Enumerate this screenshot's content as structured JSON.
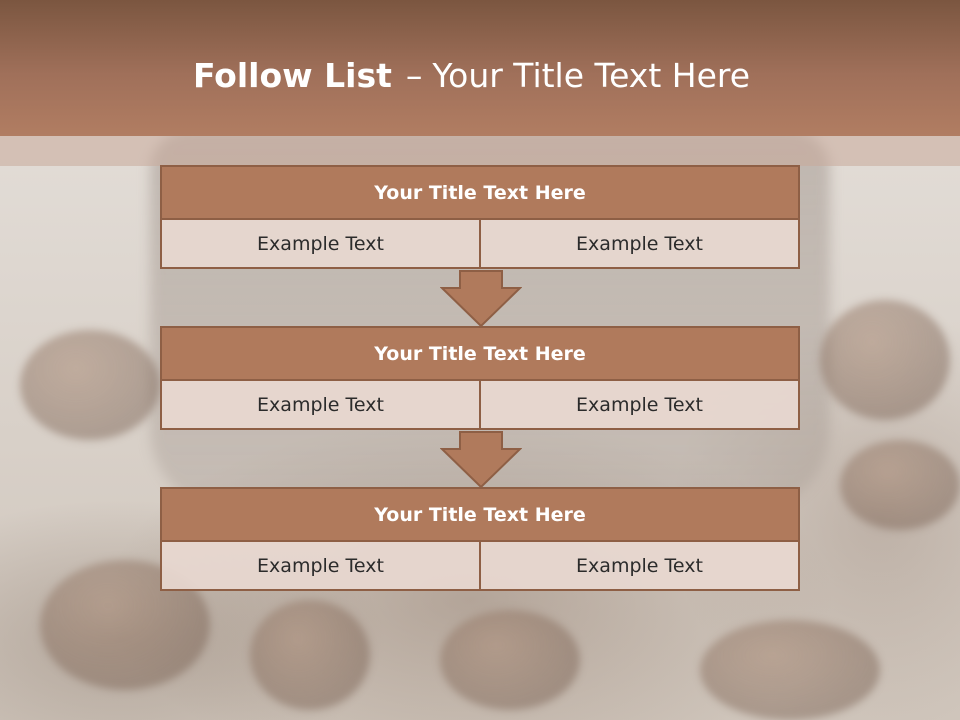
{
  "slide": {
    "title_bold": "Follow List",
    "title_dash": "–",
    "title_rest": "Your Title Text Here"
  },
  "flow": [
    {
      "title": "Your Title Text Here",
      "left": "Example Text",
      "right": "Example Text"
    },
    {
      "title": "Your Title Text Here",
      "left": "Example Text",
      "right": "Example Text"
    },
    {
      "title": "Your Title Text Here",
      "left": "Example Text",
      "right": "Example Text"
    }
  ],
  "colors": {
    "header": "#a0705a",
    "box_title": "#b07a5c",
    "box_border": "#8e5f45",
    "box_cell": "#e8d8d0",
    "arrow": "#b07a5c"
  },
  "icons": [
    "down-arrow-icon",
    "down-arrow-icon"
  ]
}
